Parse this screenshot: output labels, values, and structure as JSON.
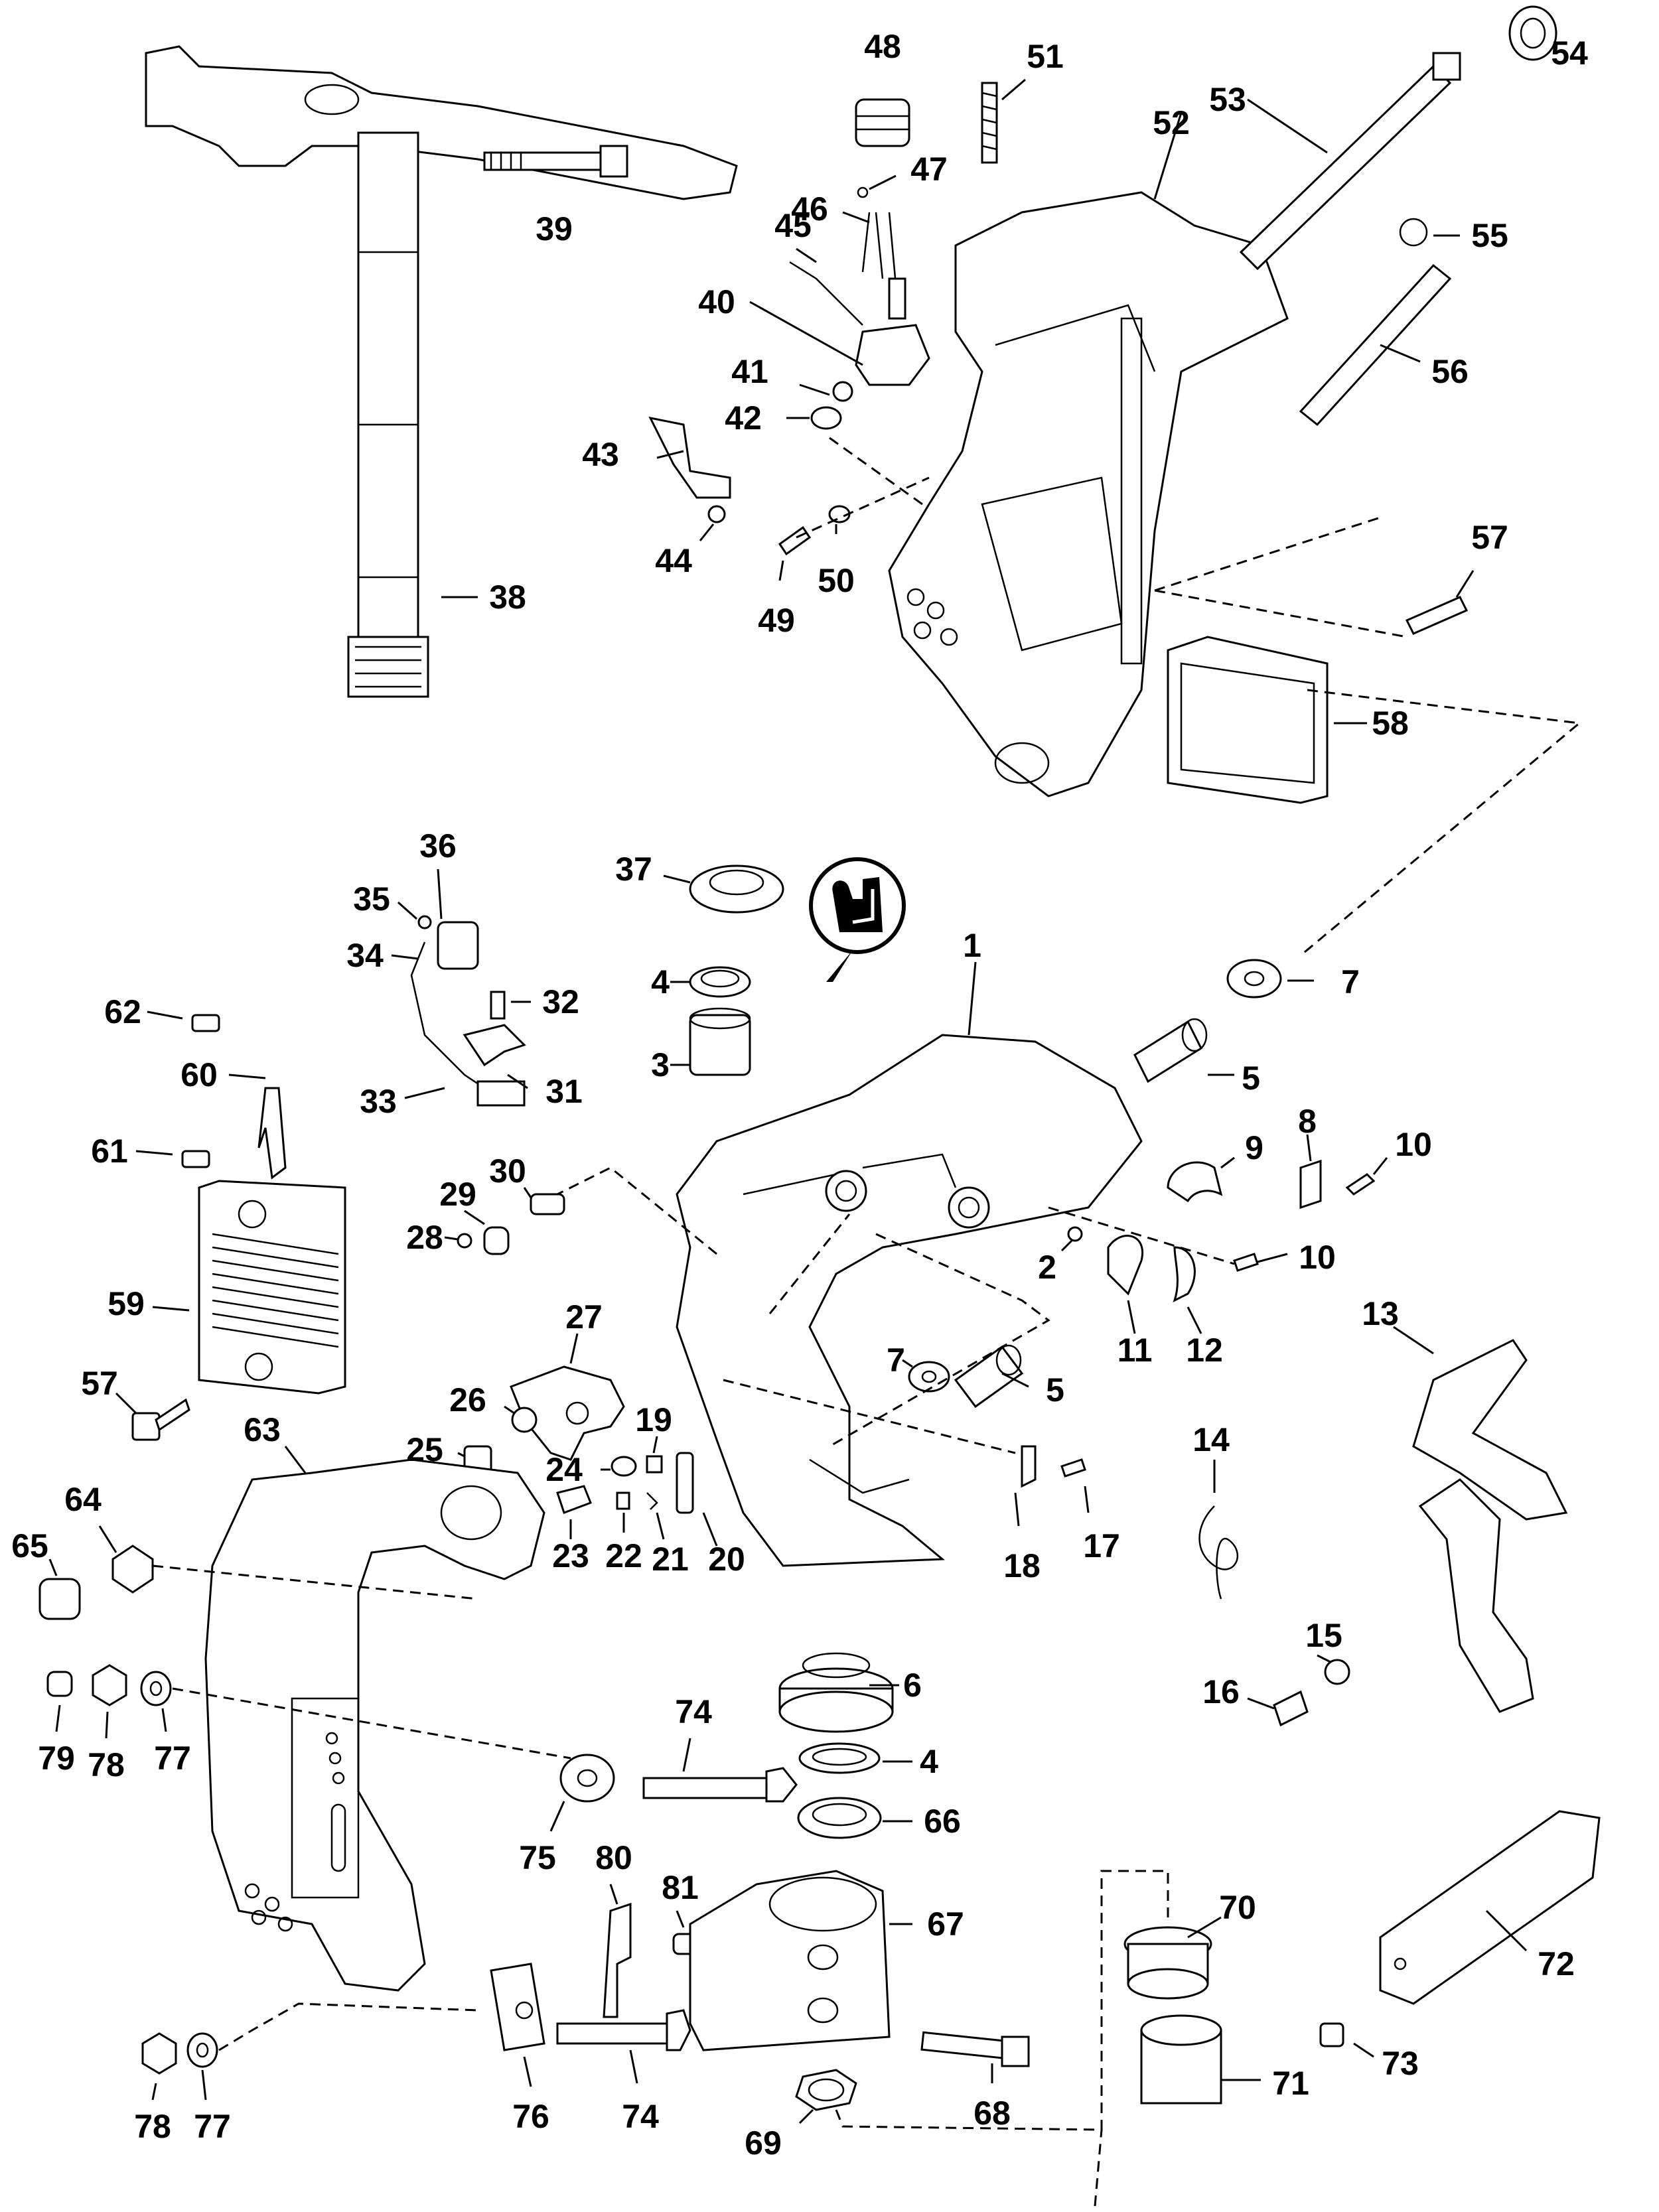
{
  "diagram": {
    "title": "Swivel bracket / stern bracket exploded parts view",
    "callouts": [
      {
        "id": "1",
        "text": "1"
      },
      {
        "id": "2",
        "text": "2"
      },
      {
        "id": "3",
        "text": "3"
      },
      {
        "id": "4a",
        "text": "4"
      },
      {
        "id": "4b",
        "text": "4"
      },
      {
        "id": "5a",
        "text": "5"
      },
      {
        "id": "5b",
        "text": "5"
      },
      {
        "id": "6",
        "text": "6"
      },
      {
        "id": "7a",
        "text": "7"
      },
      {
        "id": "7b",
        "text": "7"
      },
      {
        "id": "8",
        "text": "8"
      },
      {
        "id": "9",
        "text": "9"
      },
      {
        "id": "10a",
        "text": "10"
      },
      {
        "id": "10b",
        "text": "10"
      },
      {
        "id": "11",
        "text": "11"
      },
      {
        "id": "12",
        "text": "12"
      },
      {
        "id": "13",
        "text": "13"
      },
      {
        "id": "14",
        "text": "14"
      },
      {
        "id": "15",
        "text": "15"
      },
      {
        "id": "16",
        "text": "16"
      },
      {
        "id": "17",
        "text": "17"
      },
      {
        "id": "18",
        "text": "18"
      },
      {
        "id": "19",
        "text": "19"
      },
      {
        "id": "20",
        "text": "20"
      },
      {
        "id": "21",
        "text": "21"
      },
      {
        "id": "22",
        "text": "22"
      },
      {
        "id": "23",
        "text": "23"
      },
      {
        "id": "24",
        "text": "24"
      },
      {
        "id": "25",
        "text": "25"
      },
      {
        "id": "26",
        "text": "26"
      },
      {
        "id": "27",
        "text": "27"
      },
      {
        "id": "28",
        "text": "28"
      },
      {
        "id": "29",
        "text": "29"
      },
      {
        "id": "30",
        "text": "30"
      },
      {
        "id": "31",
        "text": "31"
      },
      {
        "id": "32",
        "text": "32"
      },
      {
        "id": "33",
        "text": "33"
      },
      {
        "id": "34",
        "text": "34"
      },
      {
        "id": "35",
        "text": "35"
      },
      {
        "id": "36",
        "text": "36"
      },
      {
        "id": "37",
        "text": "37"
      },
      {
        "id": "38",
        "text": "38"
      },
      {
        "id": "39",
        "text": "39"
      },
      {
        "id": "40",
        "text": "40"
      },
      {
        "id": "41",
        "text": "41"
      },
      {
        "id": "42",
        "text": "42"
      },
      {
        "id": "43",
        "text": "43"
      },
      {
        "id": "44",
        "text": "44"
      },
      {
        "id": "45",
        "text": "45"
      },
      {
        "id": "46",
        "text": "46"
      },
      {
        "id": "47",
        "text": "47"
      },
      {
        "id": "48",
        "text": "48"
      },
      {
        "id": "49",
        "text": "49"
      },
      {
        "id": "50",
        "text": "50"
      },
      {
        "id": "51",
        "text": "51"
      },
      {
        "id": "52",
        "text": "52"
      },
      {
        "id": "53",
        "text": "53"
      },
      {
        "id": "54",
        "text": "54"
      },
      {
        "id": "55",
        "text": "55"
      },
      {
        "id": "56",
        "text": "56"
      },
      {
        "id": "57a",
        "text": "57"
      },
      {
        "id": "57b",
        "text": "57"
      },
      {
        "id": "58",
        "text": "58"
      },
      {
        "id": "59",
        "text": "59"
      },
      {
        "id": "60",
        "text": "60"
      },
      {
        "id": "61",
        "text": "61"
      },
      {
        "id": "62",
        "text": "62"
      },
      {
        "id": "63",
        "text": "63"
      },
      {
        "id": "64",
        "text": "64"
      },
      {
        "id": "65",
        "text": "65"
      },
      {
        "id": "66",
        "text": "66"
      },
      {
        "id": "67",
        "text": "67"
      },
      {
        "id": "68",
        "text": "68"
      },
      {
        "id": "69",
        "text": "69"
      },
      {
        "id": "70",
        "text": "70"
      },
      {
        "id": "71",
        "text": "71"
      },
      {
        "id": "72",
        "text": "72"
      },
      {
        "id": "73",
        "text": "73"
      },
      {
        "id": "74a",
        "text": "74"
      },
      {
        "id": "74b",
        "text": "74"
      },
      {
        "id": "75",
        "text": "75"
      },
      {
        "id": "76",
        "text": "76"
      },
      {
        "id": "77a",
        "text": "77"
      },
      {
        "id": "77b",
        "text": "77"
      },
      {
        "id": "78a",
        "text": "78"
      },
      {
        "id": "78b",
        "text": "78"
      },
      {
        "id": "79",
        "text": "79"
      },
      {
        "id": "80",
        "text": "80"
      },
      {
        "id": "81",
        "text": "81"
      }
    ],
    "icons": [
      {
        "name": "grease-lubricant-icon",
        "meaning": "Apply lubricant / sealant"
      }
    ]
  }
}
